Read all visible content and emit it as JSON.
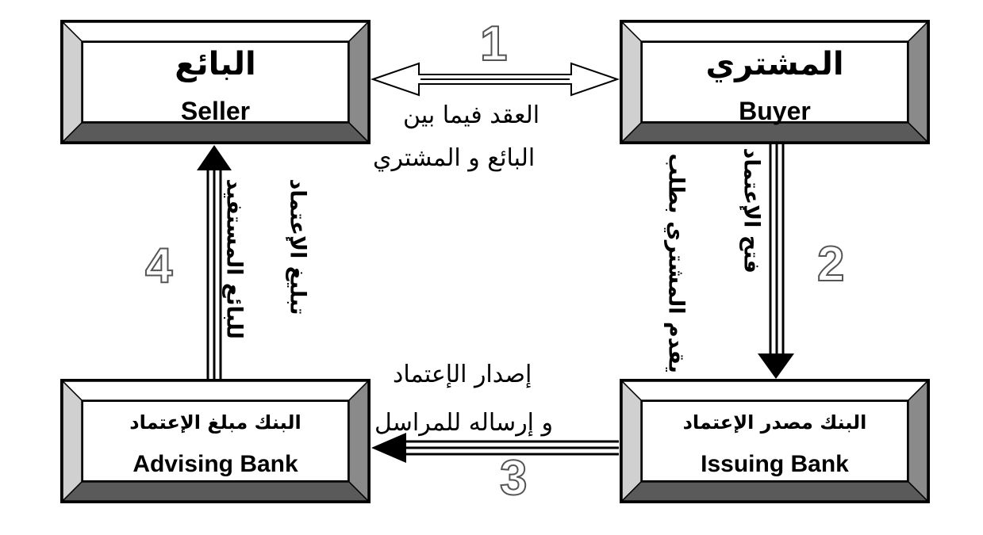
{
  "parties": {
    "seller": {
      "ar": "البائع",
      "en": "Seller"
    },
    "buyer": {
      "ar": "المشتري",
      "en": "Buyer"
    },
    "advising_bank": {
      "ar": "البنك مبلغ الإعتماد",
      "en": "Advising Bank"
    },
    "issuing_bank": {
      "ar": "البنك مصدر الإعتماد",
      "en": "Issuing Bank"
    }
  },
  "steps": {
    "step1": {
      "number": "1",
      "line1": "العقد فيما بين",
      "line2": "البائع و المشتري"
    },
    "step2": {
      "number": "2",
      "line1": "فتح الإعتماد",
      "line2": "يقدم المشتري بطلب"
    },
    "step3": {
      "number": "3",
      "line1": "إصدار الإعتماد",
      "line2": "و إرساله للمراسل"
    },
    "step4": {
      "number": "4",
      "line1": "تبليغ الإعتماد",
      "line2": "للبائع المستفيد"
    }
  }
}
